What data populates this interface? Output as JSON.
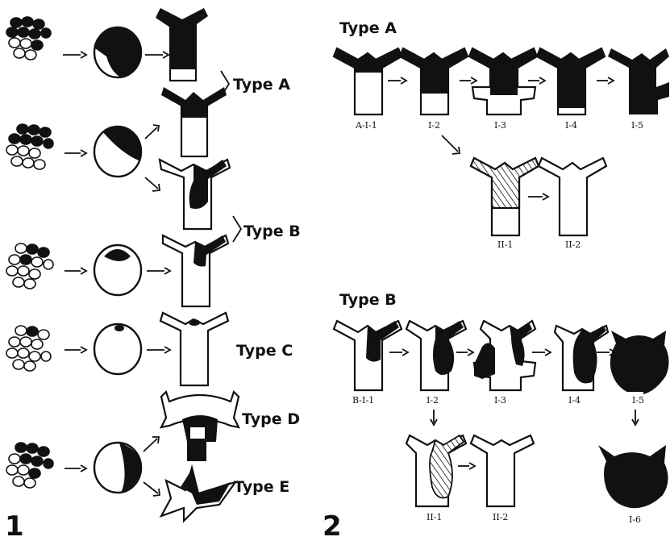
{
  "panel1": {
    "number": "1",
    "types": [
      "Type A",
      "Type B",
      "Type C",
      "Type D",
      "Type E"
    ]
  },
  "panel2": {
    "number": "2",
    "typeA": {
      "title": "Type A",
      "row1": [
        "A-I-1",
        "I-2",
        "I-3",
        "I-4",
        "I-5"
      ],
      "row2": [
        "II-1",
        "II-2"
      ]
    },
    "typeB": {
      "title": "Type B",
      "row1": [
        "B-I-1",
        "I-2",
        "I-3",
        "I-4",
        "I-5"
      ],
      "row2": [
        "II-1",
        "II-2",
        "I-6"
      ]
    }
  },
  "colors": {
    "ink": "#111111",
    "paper": "#ffffff"
  }
}
